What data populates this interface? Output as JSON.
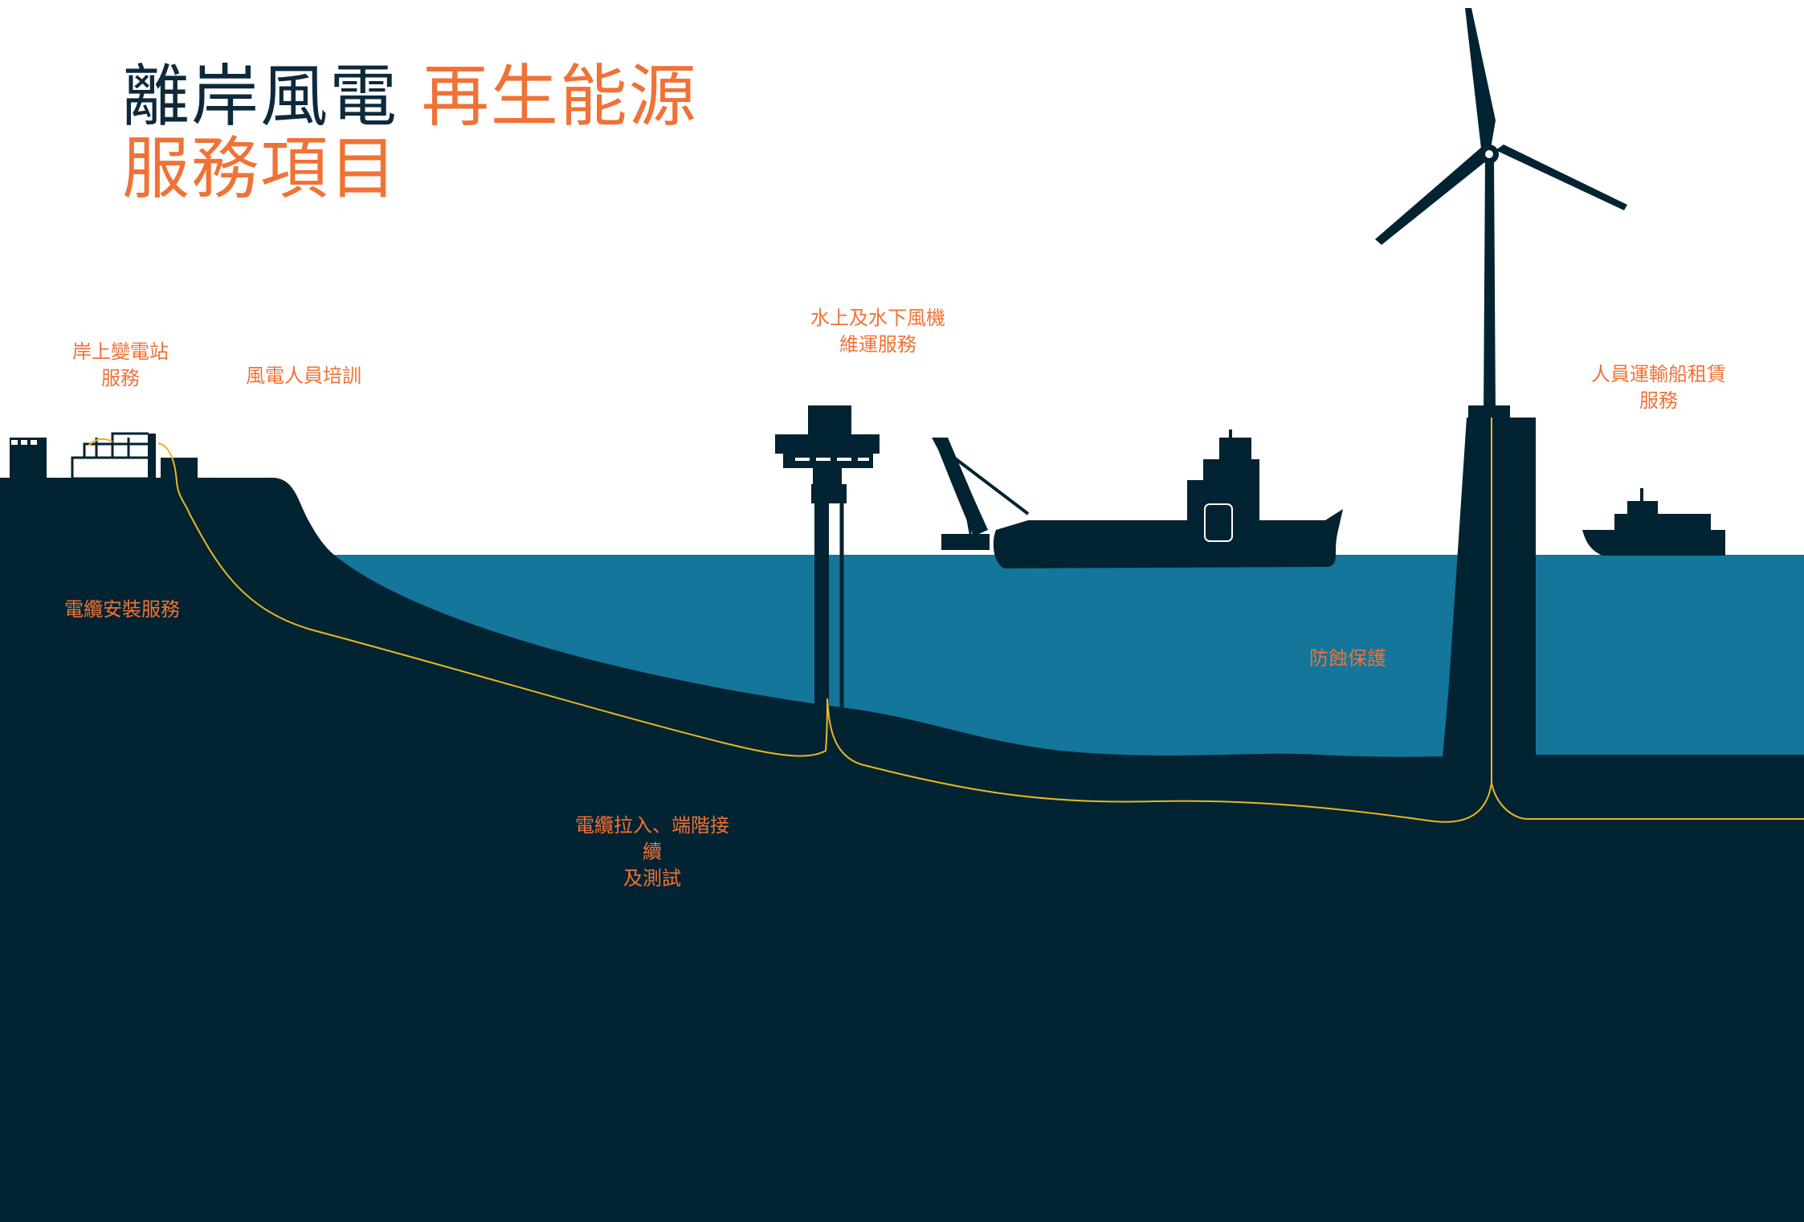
{
  "title": {
    "line1_dark": "離岸風電",
    "line1_orange": "再生能源",
    "line2_orange": "服務項目"
  },
  "labels": {
    "onshore_substation": [
      "岸上變電站",
      "服務"
    ],
    "training": [
      "風電人員培訓"
    ],
    "cable_install": [
      "電纜安裝服務"
    ],
    "turbine_maintenance": [
      "水上及水下風機",
      "維運服務"
    ],
    "corrosion": [
      "防蝕保護"
    ],
    "cable_pull_in": [
      "電纜拉入、端階接",
      "續",
      "及測試"
    ],
    "vessel_charter": [
      "人員運輸船租賃",
      "服務"
    ]
  },
  "colors": {
    "navy": "#022331",
    "sea": "#13769a",
    "orange": "#f07236",
    "cable": "#e8b724",
    "white": "#ffffff"
  }
}
